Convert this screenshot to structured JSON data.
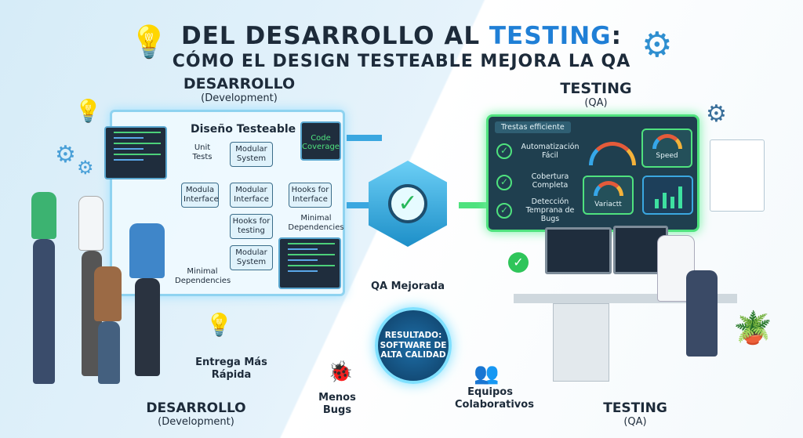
{
  "title": {
    "line1_prefix": "DEL DESARROLLO AL ",
    "line1_highlight": "TESTING",
    "line1_suffix": ":",
    "line2": "CÓMO EL DESIGN TESTEABLE MEJORA LA QA"
  },
  "development": {
    "heading": "DESARROLLO",
    "sub": "(Development)"
  },
  "testing": {
    "heading": "TESTING",
    "sub": "(QA)"
  },
  "whiteboard": {
    "title": "Diseño Testeable",
    "code_coverage": "Code Coverage",
    "unit_tests": "Unit Tests",
    "nodes": [
      "Modular System",
      "Modula Interface",
      "Modular Interface",
      "Hooks for Interface",
      "Hooks for testing",
      "Modular System"
    ],
    "minimal_deps_1": "Minimal Dependencies",
    "minimal_deps_2": "Minimal Dependencies"
  },
  "dashboard": {
    "header": "Trestas efficiente",
    "items": [
      "Automatización Fácil",
      "Cobertura Completa",
      "Detección Temprana de Bugs"
    ],
    "speed": "Speed",
    "variact": "Variactt"
  },
  "center": {
    "badge_label": "QA Mejorada",
    "result": "RESULTADO: SOFTWARE DE ALTA CALIDAD"
  },
  "benefits": {
    "faster": "Entrega Más Rápida",
    "fewer_bugs": "Menos Bugs",
    "teams": "Equipos Colaborativos"
  },
  "colors": {
    "accent": "#1f7fd6",
    "green": "#4fe27e",
    "dark": "#1d2b3a"
  }
}
